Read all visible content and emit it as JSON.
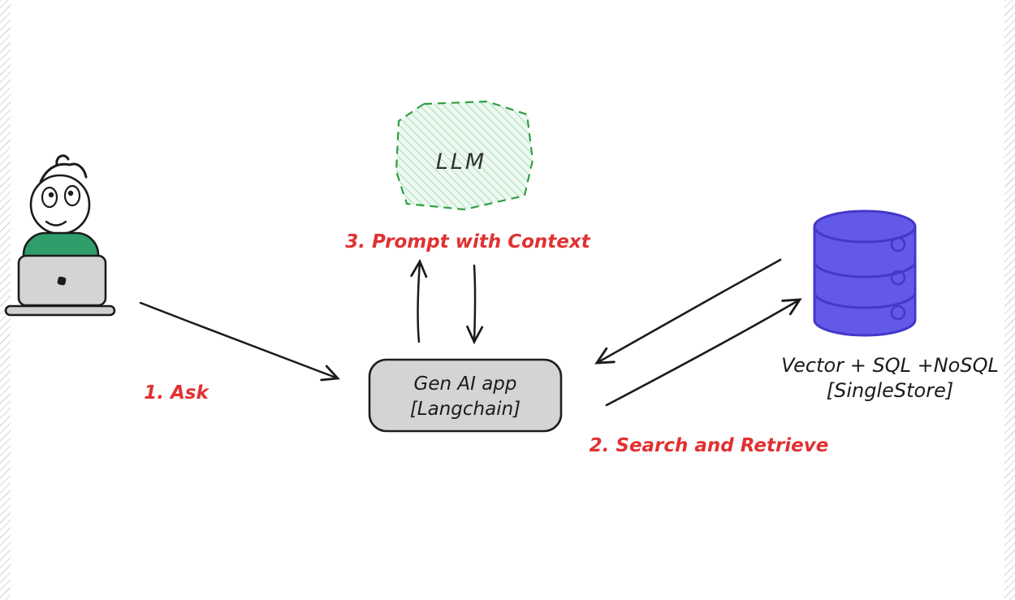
{
  "diagram": {
    "nodes": {
      "llm": {
        "label": "LLM"
      },
      "app": {
        "line1": "Gen AI app",
        "line2": "[Langchain]"
      },
      "database": {
        "line1": "Vector + SQL +NoSQL",
        "line2": "[SingleStore]"
      }
    },
    "edges": {
      "ask": {
        "label": "1. Ask"
      },
      "search": {
        "label": "2. Search and Retrieve"
      },
      "prompt": {
        "label": "3. Prompt with Context"
      }
    },
    "colors": {
      "ink": "#1b1b1b",
      "label_red": "#e03131",
      "llm_fill": "#eef9f1",
      "llm_hatch": "#a9dfbb",
      "llm_stroke": "#2f9e44",
      "llm_text": "#333333",
      "app_fill": "#d4d4d4",
      "app_stroke": "#1e1e1e",
      "db_fill": "#6359e8",
      "db_stroke": "#4438c9",
      "shirt_green": "#2f9e6b",
      "laptop_gray": "#d4d4d4",
      "laptop_base_gray": "#cfcfcf",
      "face_fill": "#ffffff"
    }
  }
}
